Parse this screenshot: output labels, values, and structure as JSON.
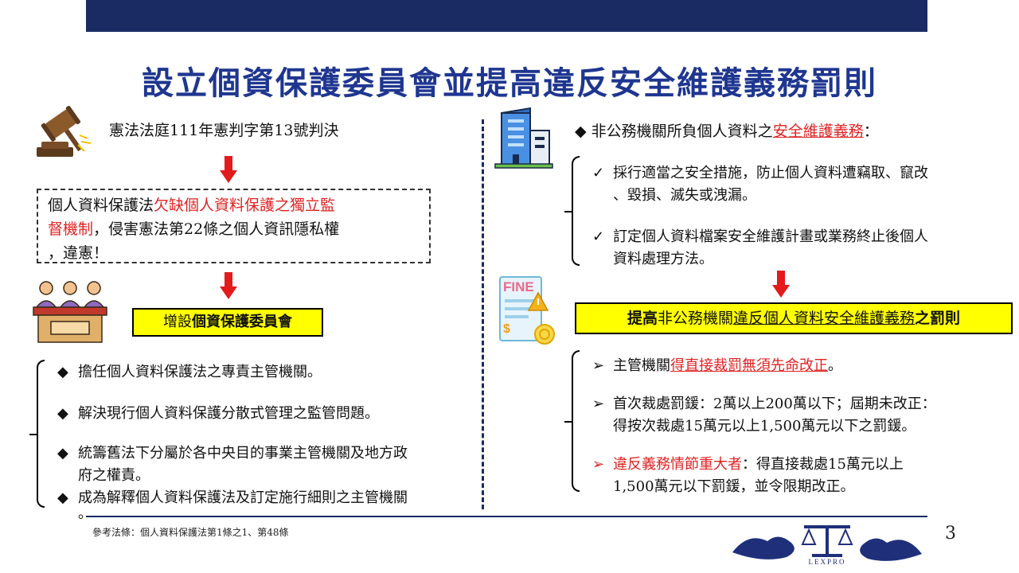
{
  "slide": {
    "title": "設立個資保護委員會並提高違反安全維護義務罰則",
    "page_number": "3",
    "footer_note": "參考法條：個人資料保護法第1條之1、第48條",
    "logo_text": "LEXPRO"
  },
  "left": {
    "judgment": "憲法法庭111年憲判字第13號判決",
    "box": {
      "line1_a": "個人資料保護法",
      "line1_b": "欠缺個人資料保護之獨立監",
      "line2_a": "督機制",
      "line2_b": "，侵害憲法第22條之個人資訊隱私權",
      "line3": "，違憲！"
    },
    "action": {
      "prefix": "增設",
      "bold": "個資保護委員會"
    },
    "bullets": [
      "擔任個人資料保護法之專責主管機關。",
      "解決現行個人資料保護分散式管理之監管問題。",
      "統籌舊法下分屬於各中央目的事業主管機關及地方政",
      "府之權責。",
      "成為解釋個人資料保護法及訂定施行細則之主管機關",
      "。"
    ],
    "bullet_symbol": "◆"
  },
  "right": {
    "heading": {
      "symbol": "◆",
      "text_a": "非公務機關所負個人資料之",
      "text_b": "安全維護義務",
      "text_c": "："
    },
    "check_symbol": "✓",
    "checks": [
      "採行適當之安全措施，防止個人資料遭竊取、竄改",
      "、毀損、滅失或洩漏。",
      "訂定個人資料檔案安全維護計畫或業務終止後個人",
      "資料處理方法。"
    ],
    "fine_label": "FINE",
    "action": {
      "a": "提高",
      "b": "非公務機關",
      "c": "違反個人資料安全維護義務",
      "d": "之罰則"
    },
    "arrow_symbol": "➢",
    "points": {
      "p1_a": "主管機關",
      "p1_b": "得直接裁罰無須先命改正",
      "p1_c": "。",
      "p2_l1": "首次裁處罰鍰：2萬以上200萬以下；屆期未改正：",
      "p2_l2": "得按次裁處15萬元以上1,500萬元以下之罰鍰。",
      "p3_a": "違反義務情節重大者",
      "p3_b": "：得直接裁處15萬元以上",
      "p3_l2": "1,500萬元以下罰鍰，並令限期改正。"
    }
  },
  "colors": {
    "navy": "#1a2b63",
    "title_blue": "#1f3690",
    "accent_red": "#e02222",
    "highlight_yellow": "#ffff00"
  }
}
